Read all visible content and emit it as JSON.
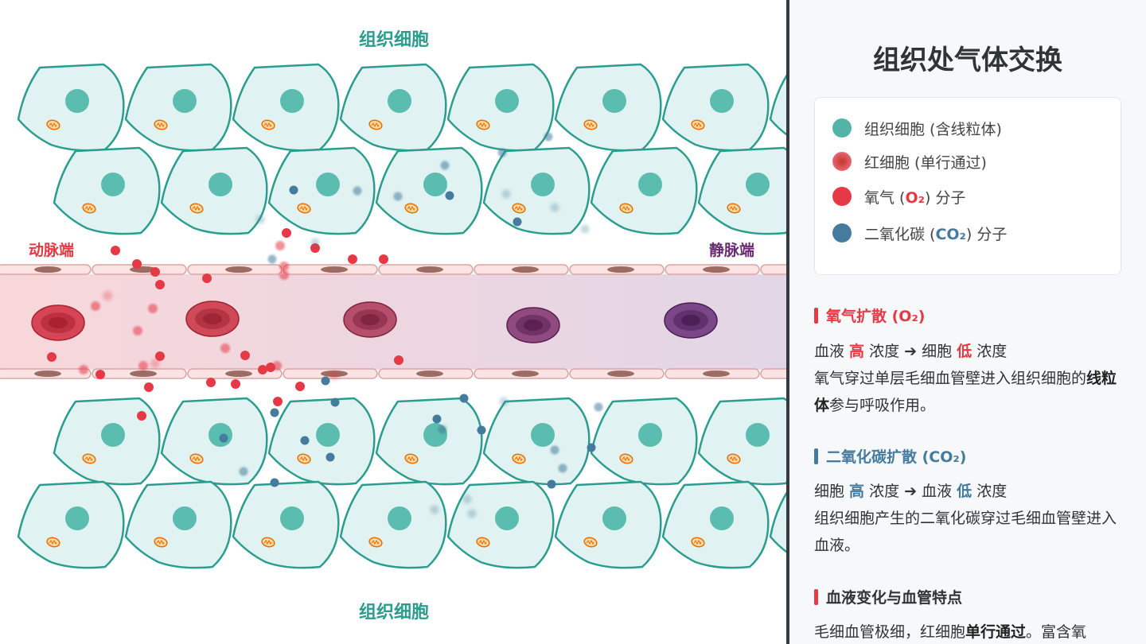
{
  "diagram": {
    "top_label": "组织细胞",
    "bottom_label": "组织细胞",
    "arterial_label": "动脉端",
    "venous_label": "静脉端",
    "colors": {
      "cell_stroke": "#2a9d8f",
      "cell_fill": "#e0f2f1",
      "nucleus": "#5bbcb0",
      "mitochondria": "#f4a261",
      "oxygen": "#e63946",
      "co2": "#457b9d",
      "arterial_text": "#e63946",
      "venous_text": "#6a2c70"
    }
  },
  "panel": {
    "title": "组织处气体交换",
    "legend": [
      {
        "text": "组织细胞 (含线粒体)",
        "icon": "tissue-cell-icon",
        "color": "#52b3a7"
      },
      {
        "text": "红细胞 (单行通过)",
        "icon": "red-blood-cell-icon",
        "color": "#e05a66"
      },
      {
        "text_pre": "氧气 (",
        "chem": "O₂",
        "text_post": ") 分子",
        "icon": "oxygen-molecule-icon",
        "color": "#e63946"
      },
      {
        "text_pre": "二氧化碳 (",
        "chem": "CO₂",
        "text_post": ") 分子",
        "icon": "co2-molecule-icon",
        "color": "#457b9d"
      }
    ],
    "oxygen_section": {
      "title": "氧气扩散 (O₂)",
      "line1": {
        "a": "血液 ",
        "hi1": "高",
        "b": " 浓度 ➔ 细胞 ",
        "hi2": "低",
        "c": " 浓度"
      },
      "desc_a": "氧气穿过单层毛细血管壁进入组织细胞的",
      "desc_bold": "线粒体",
      "desc_b": "参与呼吸作用。"
    },
    "co2_section": {
      "title": "二氧化碳扩散 (CO₂)",
      "line1": {
        "a": "细胞 ",
        "hi1": "高",
        "b": " 浓度 ➔ 血液 ",
        "hi2": "低",
        "c": " 浓度"
      },
      "desc": "组织细胞产生的二氧化碳穿过毛细血管壁进入血液。"
    },
    "blood_section": {
      "title": "血液变化与血管特点",
      "desc_a": "毛细血管极细，红细胞",
      "desc_bold": "单行通过",
      "desc_b": "。富含氧"
    }
  }
}
